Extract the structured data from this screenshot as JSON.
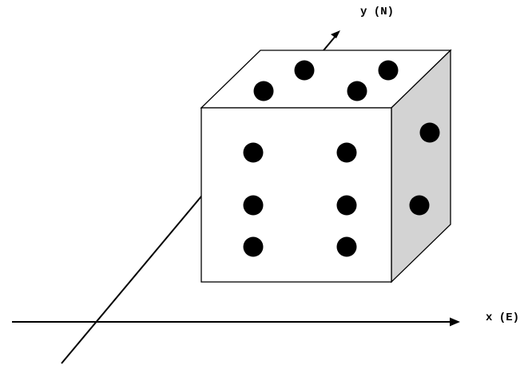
{
  "diagram": {
    "axes": {
      "x": {
        "label": "x (E)"
      },
      "y": {
        "label": "y (N)"
      }
    },
    "die": {
      "front_pips": 6,
      "top_pips": 4,
      "side_pips": 2
    },
    "colors": {
      "front_face": "#ffffff",
      "top_face": "#ffffff",
      "side_face": "#d3d3d3",
      "ink": "#000000"
    }
  }
}
